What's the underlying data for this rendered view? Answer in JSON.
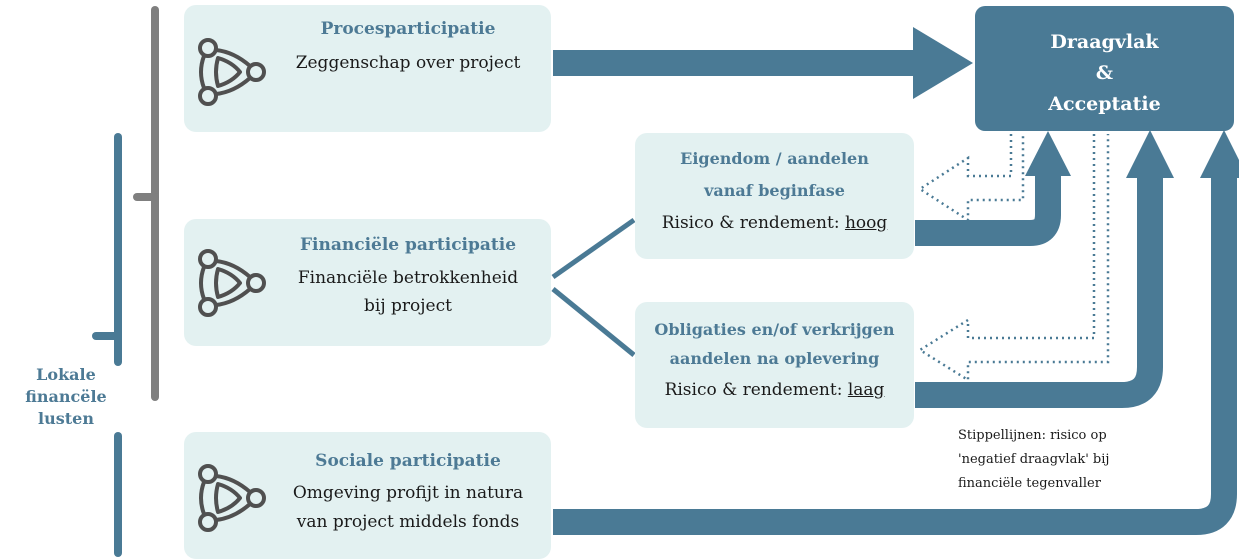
{
  "participation": [
    {
      "title": "Procesparticipatie",
      "lines": [
        "Zeggenschap over project"
      ],
      "icon": "community-circle-icon"
    },
    {
      "title": "Financiële participatie",
      "lines": [
        "Financiële betrokkenheid",
        "bij project"
      ],
      "icon": "community-circle-icon"
    },
    {
      "title": "Sociale participatie",
      "lines": [
        "Omgeving profijt in natura",
        "van project middels fonds"
      ],
      "icon": "community-circle-icon"
    }
  ],
  "financial_options": [
    {
      "title_lines": [
        "Eigendom / aandelen",
        "vanaf beginfase"
      ],
      "risk_prefix": "Risico & rendement: ",
      "risk_level": "hoog"
    },
    {
      "title_lines": [
        "Obligaties en/of verkrijgen",
        "aandelen na oplevering"
      ],
      "risk_prefix": "Risico & rendement: ",
      "risk_level": "laag"
    }
  ],
  "target": {
    "lines": [
      "Draagvlak",
      "&",
      "Acceptatie"
    ]
  },
  "side_label": {
    "lines": [
      "Lokale",
      "financële",
      "lusten"
    ]
  },
  "note": {
    "lines": [
      "Stippellijnen: risico op",
      "'negatief draagvlak' bij",
      "financiële tegenvaller"
    ]
  },
  "colors": {
    "arrow": "#4a7a95",
    "box_fill": "#e3f1f1",
    "title": "#4d7a95",
    "bracket": "#7f7f7f",
    "icon": "#505050"
  }
}
